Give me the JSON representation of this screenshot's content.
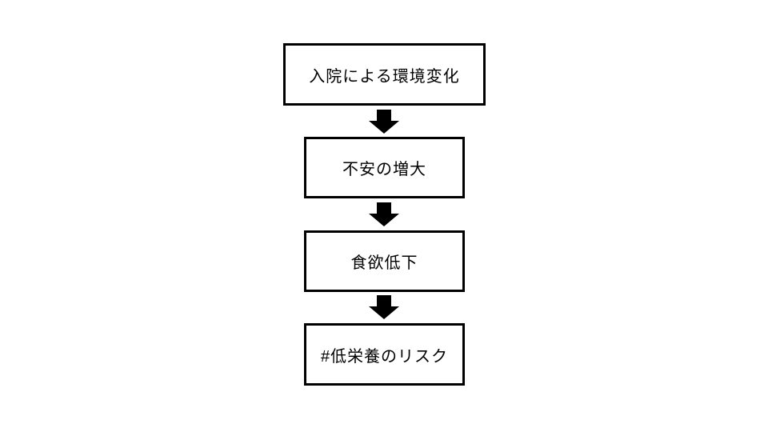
{
  "canvas": {
    "background_color": "#ffffff",
    "box_border_color": "#000000",
    "box_fill_color": "#ffffff",
    "arrow_color": "#000000",
    "text_color": "#000000"
  },
  "flowchart": {
    "type": "vertical-sequence",
    "boxes": [
      {
        "label": "入院による環境変化"
      },
      {
        "label": "不安の増大"
      },
      {
        "label": "食欲低下"
      },
      {
        "label": "#低栄養のリスク"
      }
    ],
    "connectors": [
      {
        "from": 0,
        "to": 1,
        "style": "block-arrow-down"
      },
      {
        "from": 1,
        "to": 2,
        "style": "block-arrow-down"
      },
      {
        "from": 2,
        "to": 3,
        "style": "block-arrow-down"
      }
    ]
  }
}
